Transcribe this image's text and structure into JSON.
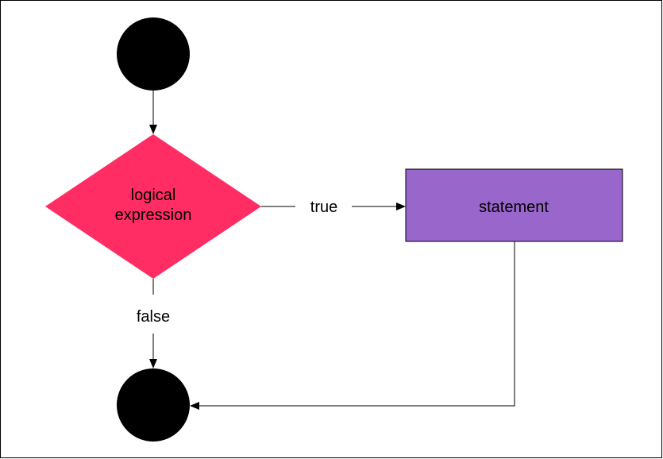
{
  "diagram": {
    "type": "flowchart",
    "decision": {
      "line1": "logical",
      "line2": "expression",
      "color": "#ff2d63"
    },
    "statement": {
      "label": "statement",
      "color": "#9966cc"
    },
    "edges": {
      "true_label": "true",
      "false_label": "false"
    },
    "colors": {
      "node_fill": "#000000",
      "line": "#000000",
      "border": "#000000",
      "background": "#ffffff"
    }
  }
}
